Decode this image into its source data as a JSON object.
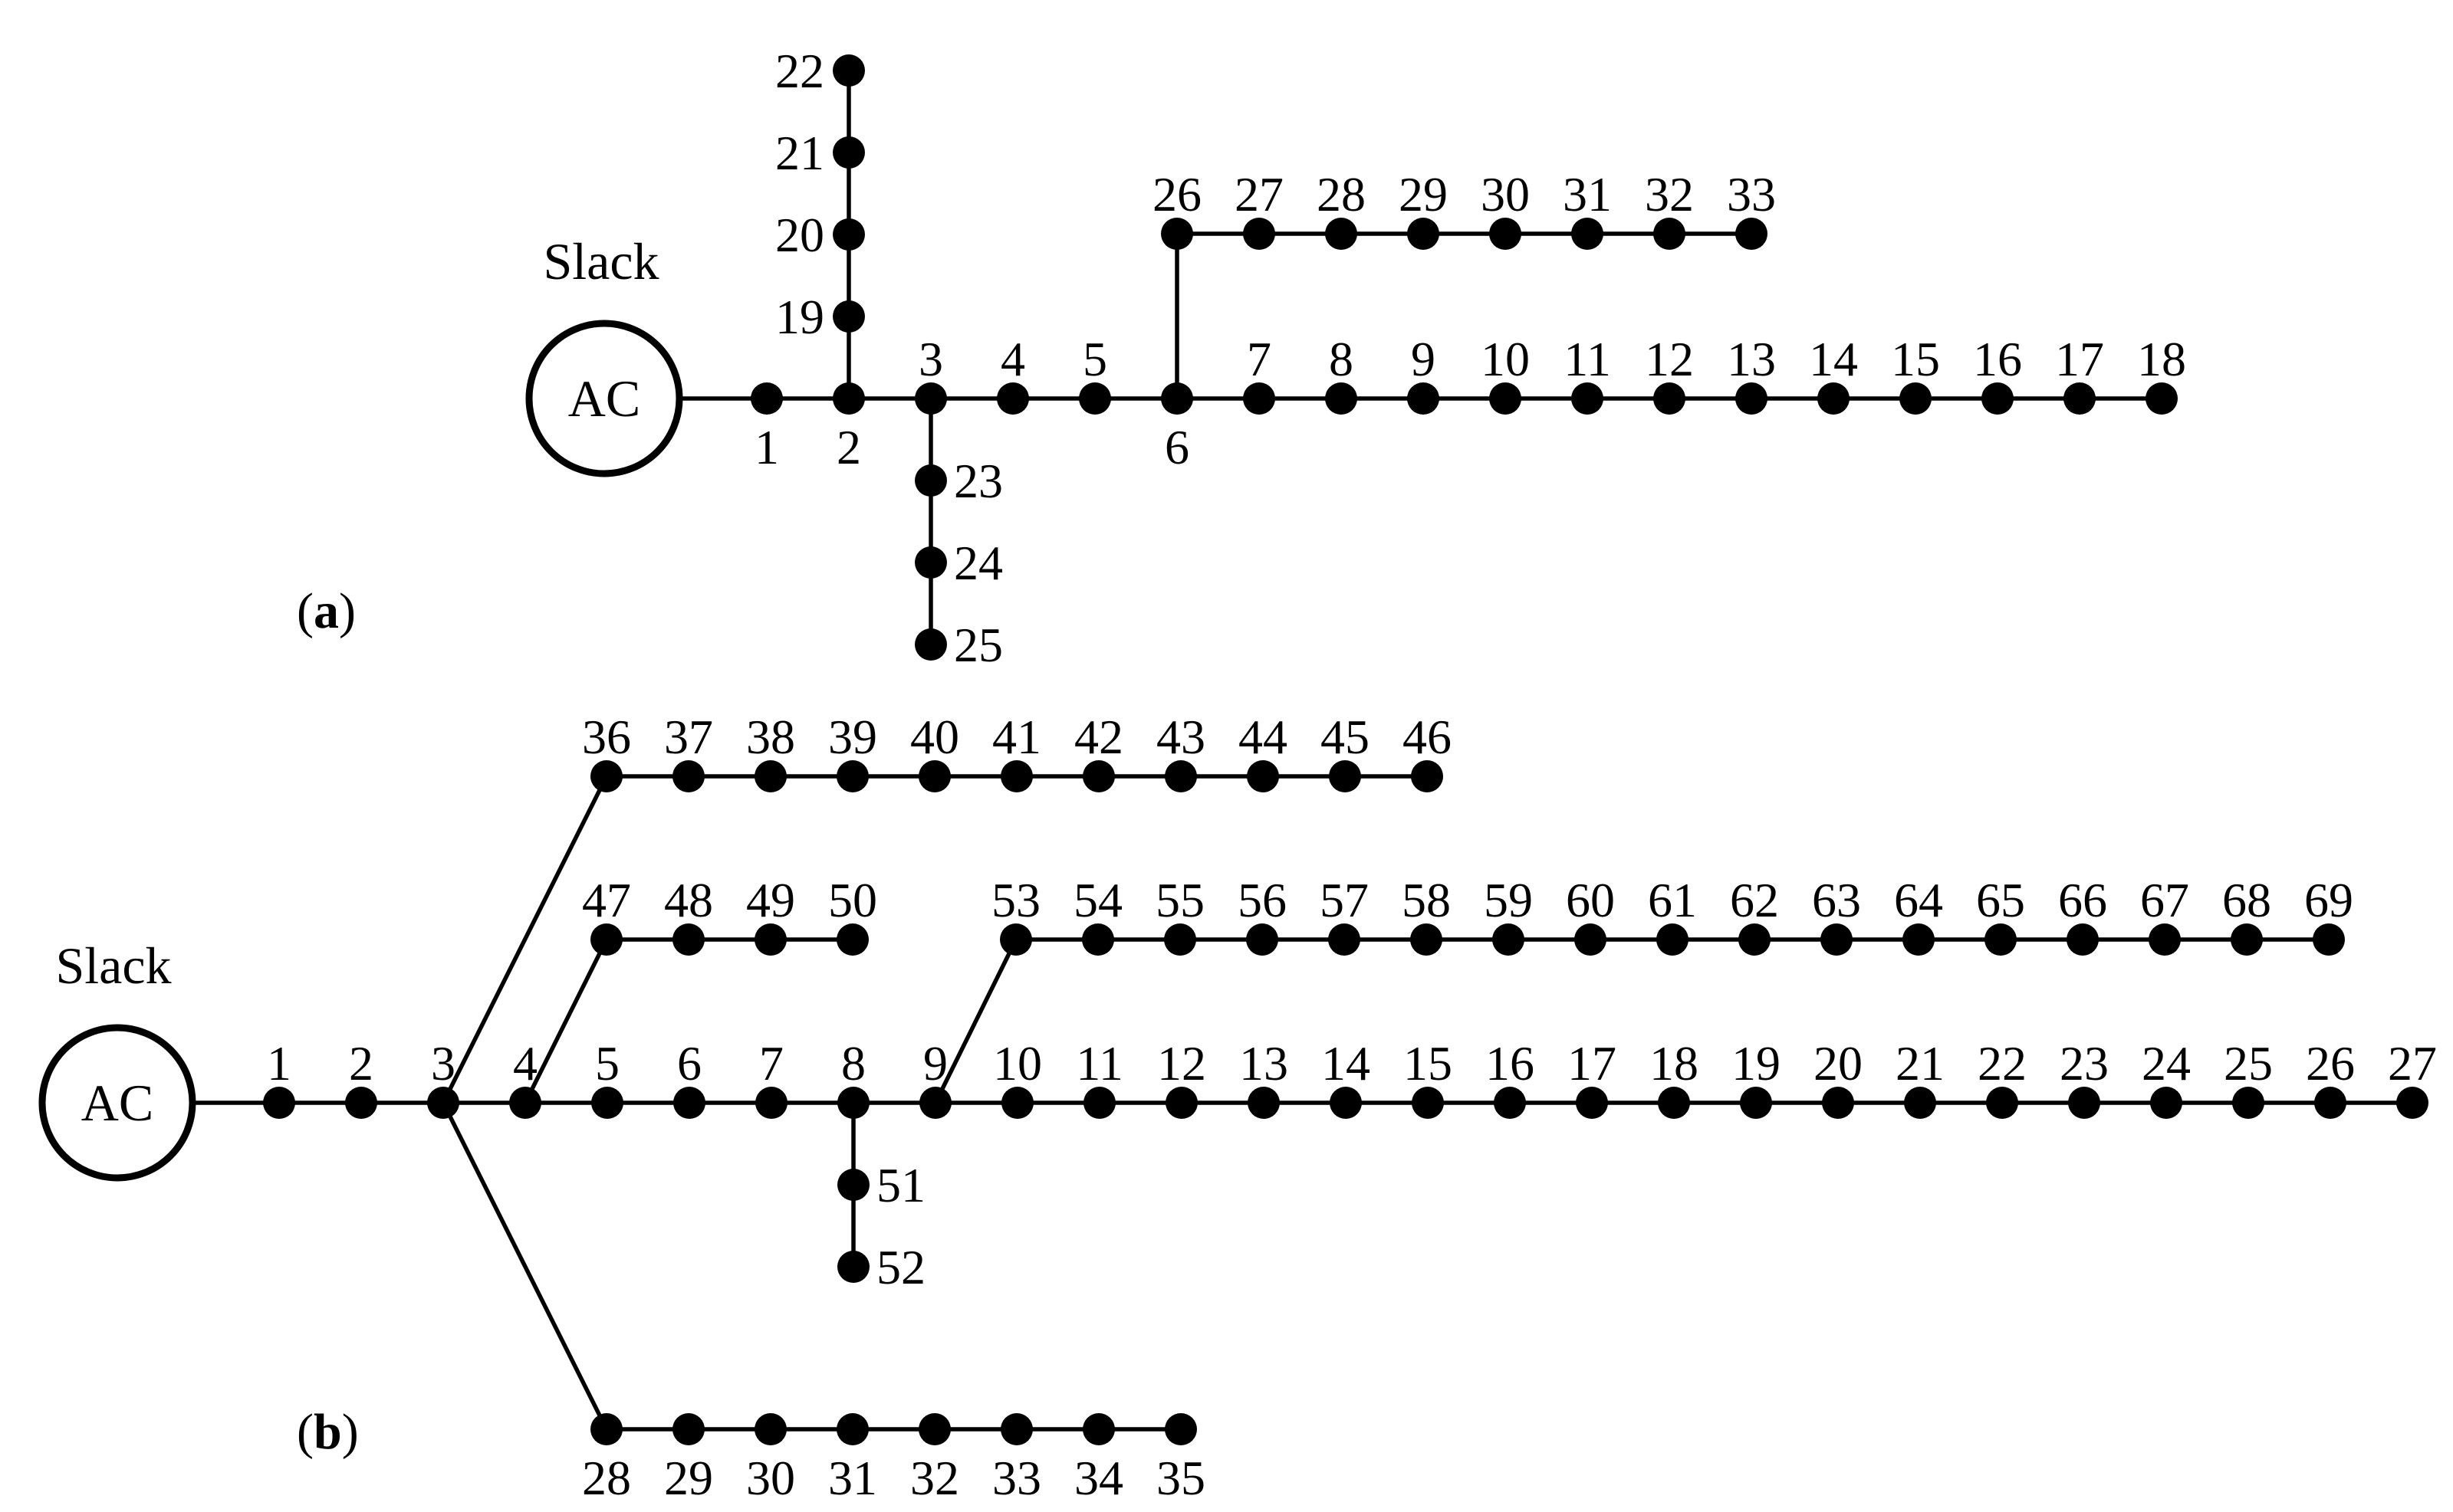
{
  "colors": {
    "ink": "#000000",
    "background": "#ffffff"
  },
  "panels": [
    {
      "id": "a",
      "label_letter": "a",
      "source": {
        "label": "Slack",
        "text": "AC"
      },
      "buses": [
        "1",
        "2",
        "3",
        "4",
        "5",
        "6",
        "7",
        "8",
        "9",
        "10",
        "11",
        "12",
        "13",
        "14",
        "15",
        "16",
        "17",
        "18",
        "19",
        "20",
        "21",
        "22",
        "23",
        "24",
        "25",
        "26",
        "27",
        "28",
        "29",
        "30",
        "31",
        "32",
        "33"
      ],
      "lines": [
        [
          "AC",
          "1"
        ],
        [
          "1",
          "2"
        ],
        [
          "2",
          "3"
        ],
        [
          "3",
          "4"
        ],
        [
          "4",
          "5"
        ],
        [
          "5",
          "6"
        ],
        [
          "6",
          "7"
        ],
        [
          "7",
          "8"
        ],
        [
          "8",
          "9"
        ],
        [
          "9",
          "10"
        ],
        [
          "10",
          "11"
        ],
        [
          "11",
          "12"
        ],
        [
          "12",
          "13"
        ],
        [
          "13",
          "14"
        ],
        [
          "14",
          "15"
        ],
        [
          "15",
          "16"
        ],
        [
          "16",
          "17"
        ],
        [
          "17",
          "18"
        ],
        [
          "2",
          "19"
        ],
        [
          "19",
          "20"
        ],
        [
          "20",
          "21"
        ],
        [
          "21",
          "22"
        ],
        [
          "3",
          "23"
        ],
        [
          "23",
          "24"
        ],
        [
          "24",
          "25"
        ],
        [
          "6",
          "26"
        ],
        [
          "26",
          "27"
        ],
        [
          "27",
          "28"
        ],
        [
          "28",
          "29"
        ],
        [
          "29",
          "30"
        ],
        [
          "30",
          "31"
        ],
        [
          "31",
          "32"
        ],
        [
          "32",
          "33"
        ]
      ]
    },
    {
      "id": "b",
      "label_letter": "b",
      "source": {
        "label": "Slack",
        "text": "AC"
      },
      "buses": [
        "1",
        "2",
        "3",
        "4",
        "5",
        "6",
        "7",
        "8",
        "9",
        "10",
        "11",
        "12",
        "13",
        "14",
        "15",
        "16",
        "17",
        "18",
        "19",
        "20",
        "21",
        "22",
        "23",
        "24",
        "25",
        "26",
        "27",
        "28",
        "29",
        "30",
        "31",
        "32",
        "33",
        "34",
        "35",
        "36",
        "37",
        "38",
        "39",
        "40",
        "41",
        "42",
        "43",
        "44",
        "45",
        "46",
        "47",
        "48",
        "49",
        "50",
        "51",
        "52",
        "53",
        "54",
        "55",
        "56",
        "57",
        "58",
        "59",
        "60",
        "61",
        "62",
        "63",
        "64",
        "65",
        "66",
        "67",
        "68",
        "69"
      ],
      "lines": [
        [
          "AC",
          "1"
        ],
        [
          "1",
          "2"
        ],
        [
          "2",
          "3"
        ],
        [
          "3",
          "4"
        ],
        [
          "4",
          "5"
        ],
        [
          "5",
          "6"
        ],
        [
          "6",
          "7"
        ],
        [
          "7",
          "8"
        ],
        [
          "8",
          "9"
        ],
        [
          "9",
          "10"
        ],
        [
          "10",
          "11"
        ],
        [
          "11",
          "12"
        ],
        [
          "12",
          "13"
        ],
        [
          "13",
          "14"
        ],
        [
          "14",
          "15"
        ],
        [
          "15",
          "16"
        ],
        [
          "16",
          "17"
        ],
        [
          "17",
          "18"
        ],
        [
          "18",
          "19"
        ],
        [
          "19",
          "20"
        ],
        [
          "20",
          "21"
        ],
        [
          "21",
          "22"
        ],
        [
          "22",
          "23"
        ],
        [
          "23",
          "24"
        ],
        [
          "24",
          "25"
        ],
        [
          "25",
          "26"
        ],
        [
          "26",
          "27"
        ],
        [
          "3",
          "28"
        ],
        [
          "28",
          "29"
        ],
        [
          "29",
          "30"
        ],
        [
          "30",
          "31"
        ],
        [
          "31",
          "32"
        ],
        [
          "32",
          "33"
        ],
        [
          "33",
          "34"
        ],
        [
          "34",
          "35"
        ],
        [
          "3",
          "36"
        ],
        [
          "36",
          "37"
        ],
        [
          "37",
          "38"
        ],
        [
          "38",
          "39"
        ],
        [
          "39",
          "40"
        ],
        [
          "40",
          "41"
        ],
        [
          "41",
          "42"
        ],
        [
          "42",
          "43"
        ],
        [
          "43",
          "44"
        ],
        [
          "44",
          "45"
        ],
        [
          "45",
          "46"
        ],
        [
          "4",
          "47"
        ],
        [
          "47",
          "48"
        ],
        [
          "48",
          "49"
        ],
        [
          "49",
          "50"
        ],
        [
          "8",
          "51"
        ],
        [
          "51",
          "52"
        ],
        [
          "9",
          "53"
        ],
        [
          "53",
          "54"
        ],
        [
          "54",
          "55"
        ],
        [
          "55",
          "56"
        ],
        [
          "56",
          "57"
        ],
        [
          "57",
          "58"
        ],
        [
          "58",
          "59"
        ],
        [
          "59",
          "60"
        ],
        [
          "60",
          "61"
        ],
        [
          "61",
          "62"
        ],
        [
          "62",
          "63"
        ],
        [
          "63",
          "64"
        ],
        [
          "64",
          "65"
        ],
        [
          "65",
          "66"
        ],
        [
          "66",
          "67"
        ],
        [
          "67",
          "68"
        ],
        [
          "68",
          "69"
        ]
      ]
    }
  ]
}
